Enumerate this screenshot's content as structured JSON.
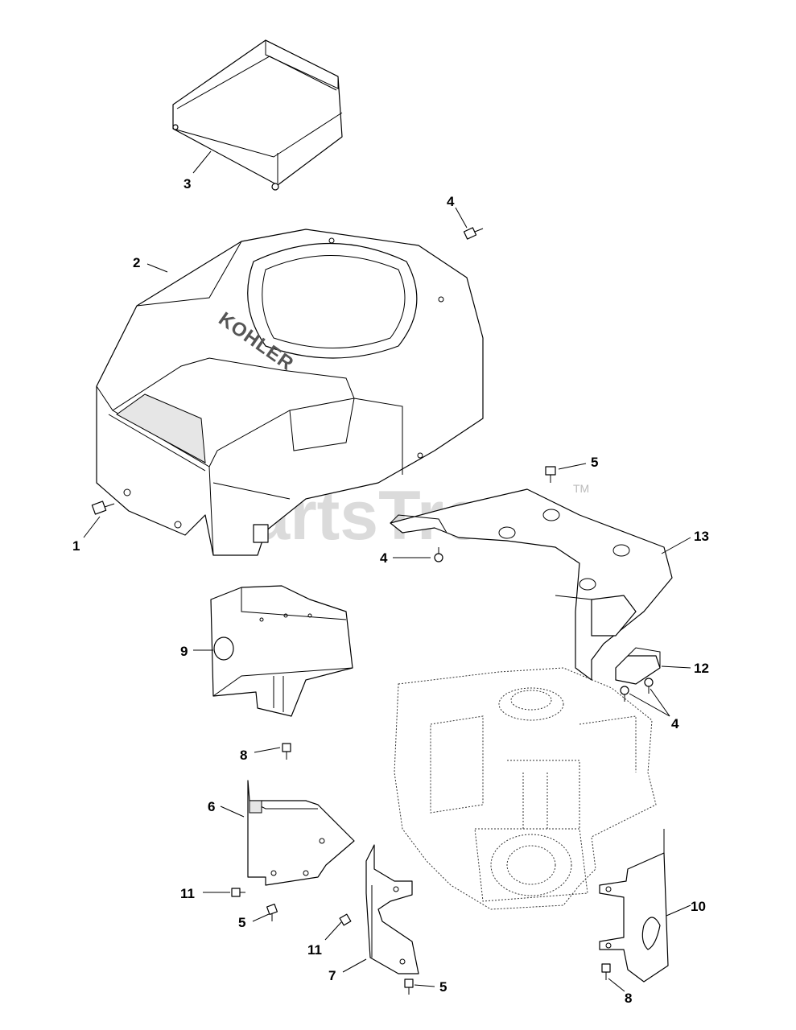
{
  "watermark": {
    "text": "PartsTree",
    "trademark": "TM"
  },
  "brand_marking": "KOHLER",
  "callouts": [
    {
      "id": "c3",
      "label": "3"
    },
    {
      "id": "c4a",
      "label": "4"
    },
    {
      "id": "c2",
      "label": "2"
    },
    {
      "id": "c5a",
      "label": "5"
    },
    {
      "id": "c13",
      "label": "13"
    },
    {
      "id": "c1",
      "label": "1"
    },
    {
      "id": "c4b",
      "label": "4"
    },
    {
      "id": "c9",
      "label": "9"
    },
    {
      "id": "c12",
      "label": "12"
    },
    {
      "id": "c4c",
      "label": "4"
    },
    {
      "id": "c8a",
      "label": "8"
    },
    {
      "id": "c6",
      "label": "6"
    },
    {
      "id": "c11a",
      "label": "11"
    },
    {
      "id": "c5b",
      "label": "5"
    },
    {
      "id": "c11b",
      "label": "11"
    },
    {
      "id": "c10",
      "label": "10"
    },
    {
      "id": "c7",
      "label": "7"
    },
    {
      "id": "c5c",
      "label": "5"
    },
    {
      "id": "c8b",
      "label": "8"
    }
  ]
}
